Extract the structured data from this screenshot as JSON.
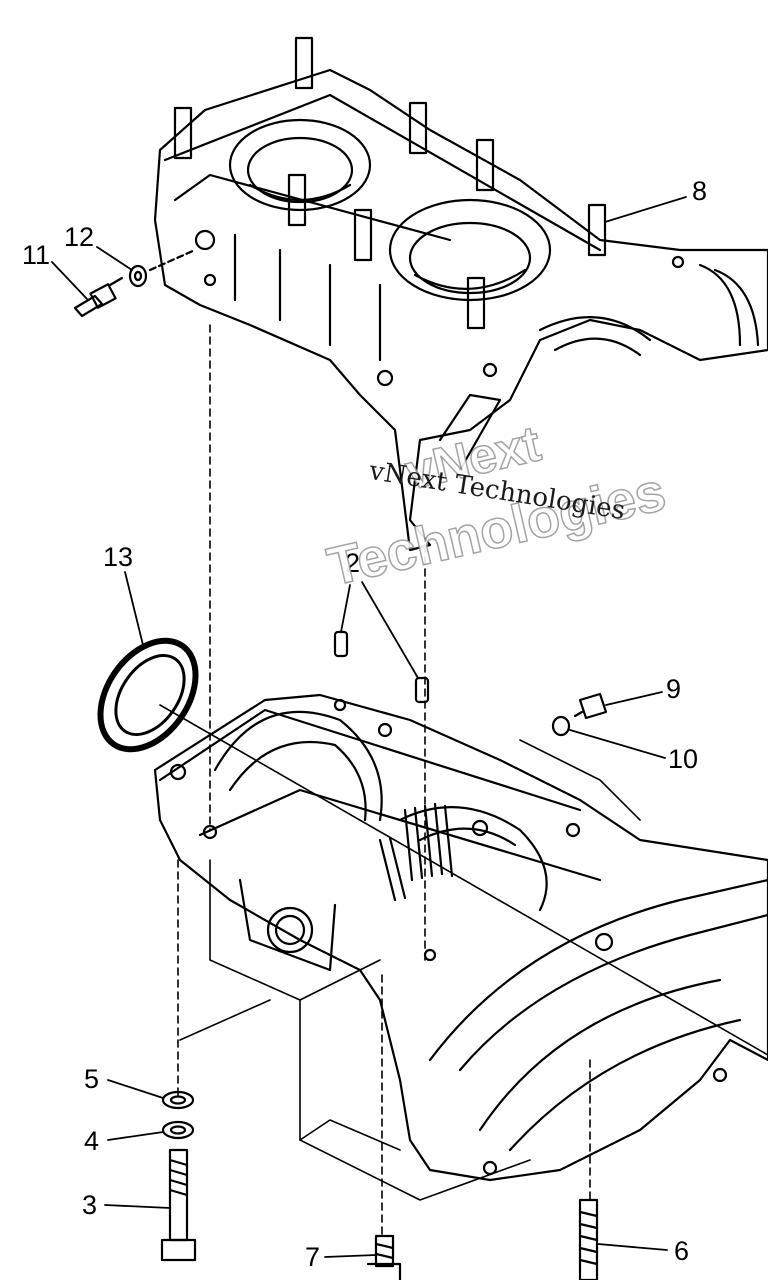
{
  "diagram": {
    "callouts": [
      {
        "id": "c1",
        "text": "11"
      },
      {
        "id": "c2",
        "text": "12"
      },
      {
        "id": "c3",
        "text": "8"
      },
      {
        "id": "c4",
        "text": "13"
      },
      {
        "id": "c5",
        "text": "2"
      },
      {
        "id": "c6",
        "text": "9"
      },
      {
        "id": "c7",
        "text": "10"
      },
      {
        "id": "c8",
        "text": "5"
      },
      {
        "id": "c9",
        "text": "4"
      },
      {
        "id": "c10",
        "text": "3"
      },
      {
        "id": "c11",
        "text": "7"
      },
      {
        "id": "c12",
        "text": "6"
      }
    ],
    "watermark": {
      "line1": "vNext Technologies",
      "line2": "vNext",
      "line3": "Technologies"
    },
    "colors": {
      "ink": "#000000",
      "paper": "#ffffff",
      "watermark_outline": "#9a9a9a"
    }
  }
}
